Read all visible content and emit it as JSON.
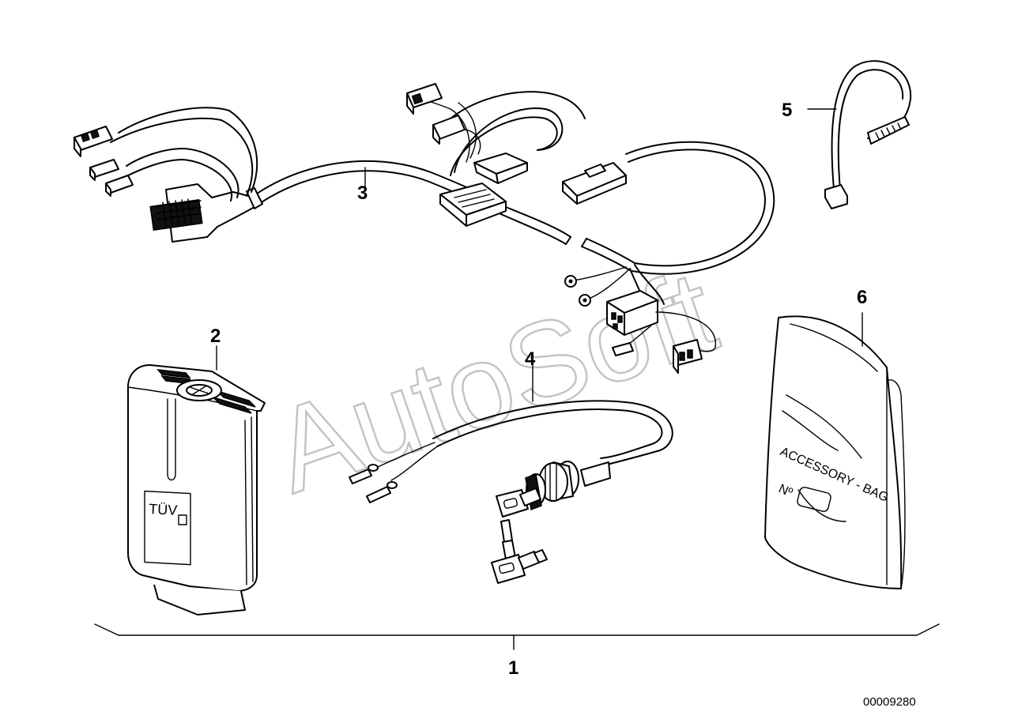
{
  "callouts": {
    "c1": "1",
    "c2": "2",
    "c3": "3",
    "c4": "4",
    "c5": "5",
    "c6": "6"
  },
  "reference_number": "00009280",
  "watermark": "AutoSoft",
  "labels": {
    "control_unit_mark": "TÜV",
    "bag_line1": "ACCESSORY - BAG",
    "bag_line2": "Nº"
  }
}
